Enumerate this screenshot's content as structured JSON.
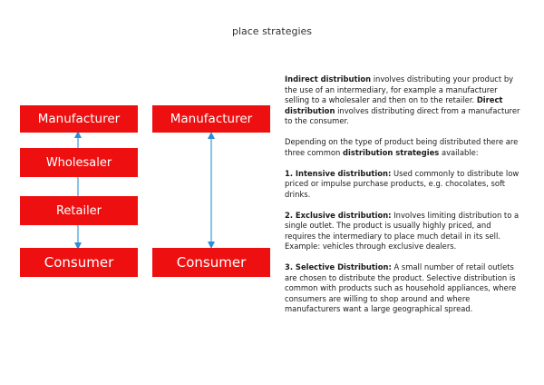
{
  "title": "place strategies",
  "diagram": {
    "indirect_chain": [
      "Manufacturer",
      "Wholesaler",
      "Retailer",
      "Consumer"
    ],
    "direct_chain": [
      "Manufacturer",
      "Consumer"
    ],
    "box_color": "#ee1010",
    "arrow_color": "#2a8fd8"
  },
  "text": {
    "intro": {
      "indirect_term": "Indirect distribution",
      "indirect_body": " involves distributing your product by the use of an intermediary, for example a manufacturer selling to a wholesaler and then on to the retailer. ",
      "direct_term": "Direct distribution",
      "direct_body": " involves distributing direct from a manufacturer to the consumer."
    },
    "lead": {
      "before": "Depending on the type of product being distributed there are three common ",
      "term": "distribution strategies",
      "after": " available:"
    },
    "intensive": {
      "term": "1. Intensive distribution:",
      "body": " Used commonly to distribute low priced or impulse purchase products, e.g. chocolates, soft drinks."
    },
    "exclusive": {
      "term": "2. Exclusive distribution:",
      "body": " Involves limiting distribution to a single outlet. The product is usually highly priced, and requires the intermediary to place much detail in its sell. Example: vehicles through exclusive dealers."
    },
    "selective": {
      "term": "3. Selective Distribution:",
      "body": " A small number of retail outlets are chosen to distribute the product. Selective distribution is common with products such as household appliances, where consumers are willing to shop around and where manufacturers want a large geographical spread."
    }
  }
}
